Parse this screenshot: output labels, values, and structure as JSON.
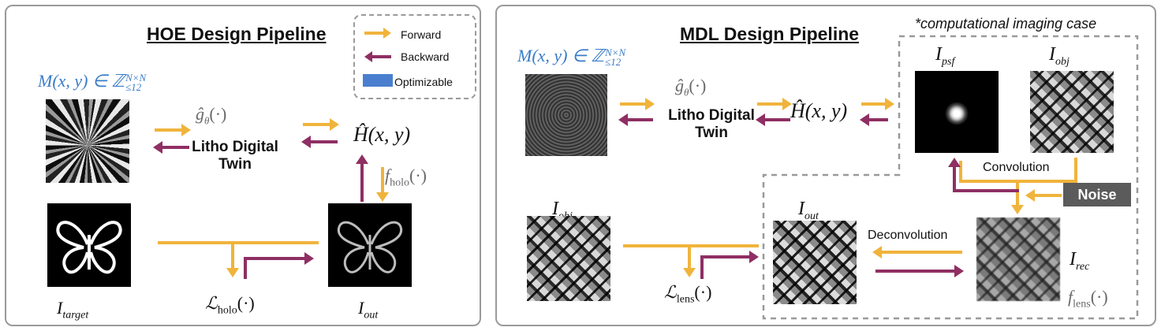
{
  "hoe": {
    "title": "HOE Design Pipeline",
    "mask_label": "M(x, y) ∈ ℤ",
    "mask_sup": "N×N",
    "mask_sub": "≤12",
    "g_label": "ĝ",
    "g_sub": "θ",
    "g_arg": "(·)",
    "twin_label_1": "Litho Digital",
    "twin_label_2": "Twin",
    "h_label": "Ĥ(x, y)",
    "f_label": "f",
    "f_sub": "holo",
    "f_arg": "(·)",
    "loss_label": "ℒ",
    "loss_sub": "holo",
    "loss_arg": "(·)",
    "target_label": "I",
    "target_sub": "target",
    "out_label": "I",
    "out_sub": "out",
    "legend": {
      "forward": "Forward",
      "backward": "Backward",
      "optimizable": "Optimizable"
    }
  },
  "mdl": {
    "title": "MDL Design Pipeline",
    "case_label": "*computational imaging case",
    "mask_label": "M(x, y) ∈ ℤ",
    "mask_sup": "N×N",
    "mask_sub": "≤12",
    "g_label": "ĝ",
    "g_sub": "θ",
    "g_arg": "(·)",
    "twin_label_1": "Litho Digital",
    "twin_label_2": "Twin",
    "h_label": "Ĥ(x, y)",
    "psf_label": "I",
    "psf_sub": "psf",
    "obj_label": "I",
    "obj_sub": "obj",
    "convolution": "Convolution",
    "noise": "Noise",
    "obj2_label": "I",
    "obj2_sub": "obj",
    "out_label": "I",
    "out_sub": "out",
    "deconvolution": "Deconvolution",
    "rec_label": "I",
    "rec_sub": "rec",
    "loss_label": "ℒ",
    "loss_sub": "lens",
    "loss_arg": "(·)",
    "f_label": "f",
    "f_sub": "lens",
    "f_arg": "(·)"
  },
  "colors": {
    "forward": "#f0b43c",
    "backward": "#8f2f63",
    "optimizable": "#4a7fcf",
    "symbol_blue": "#3a7cc8"
  }
}
